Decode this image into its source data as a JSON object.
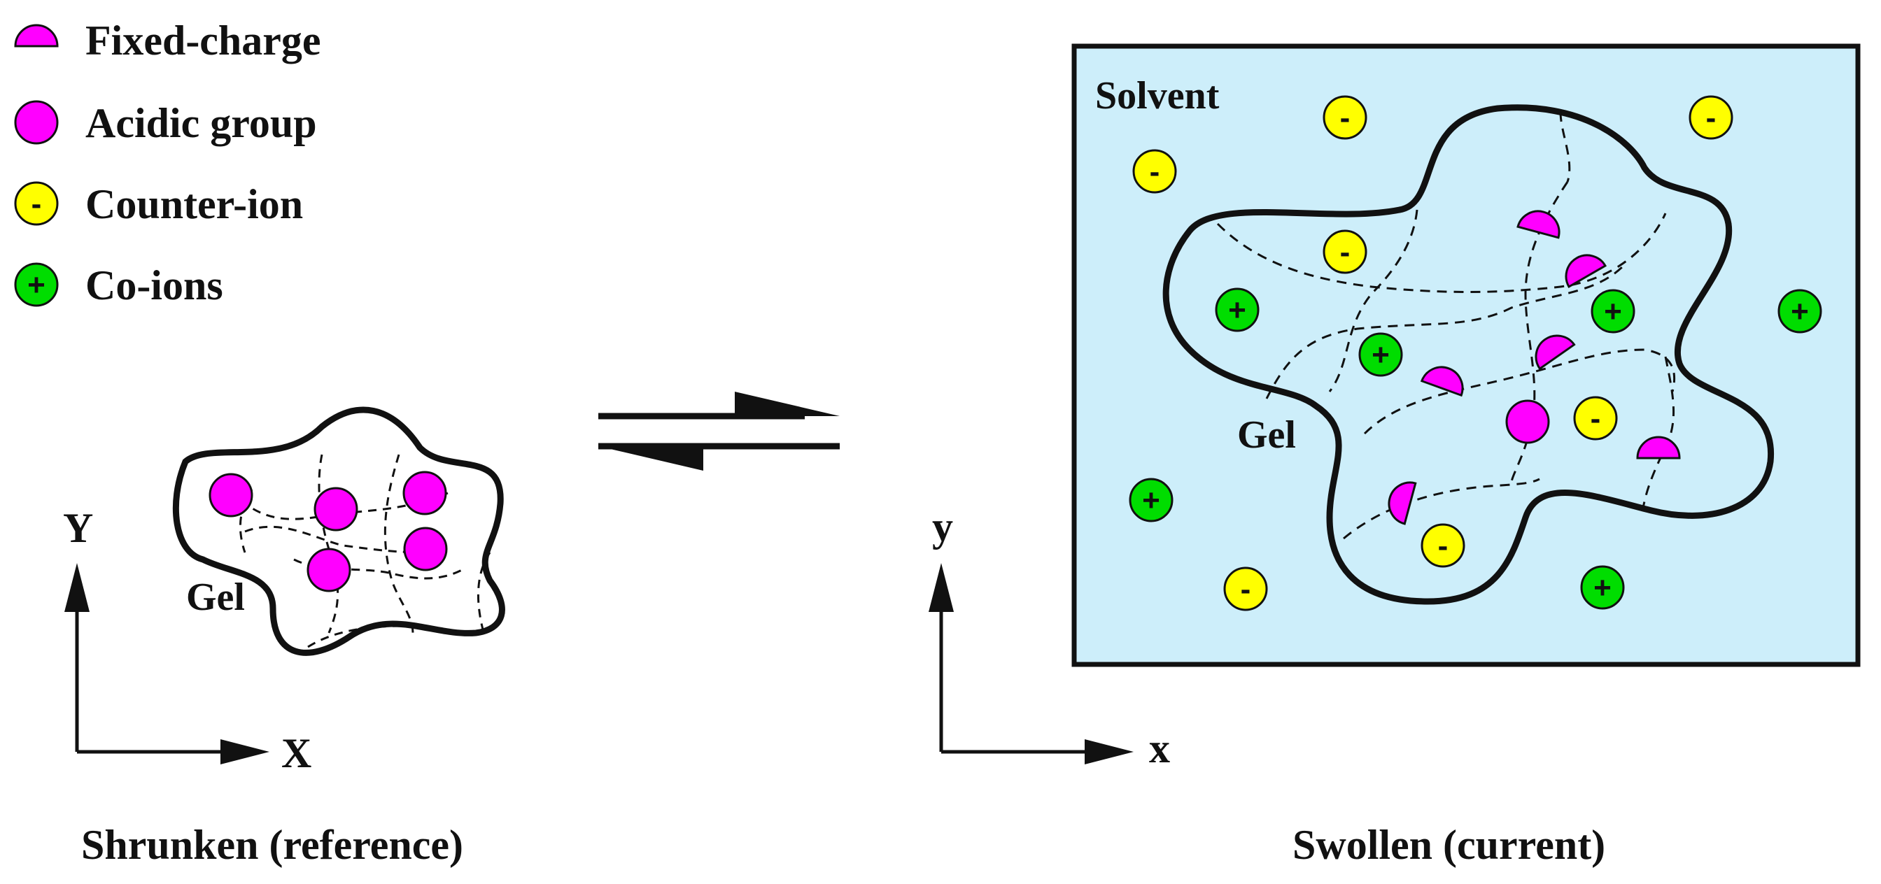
{
  "legend": {
    "items": [
      {
        "key": "fixed_charge",
        "label": "Fixed-charge"
      },
      {
        "key": "acidic_group",
        "label": "Acidic group"
      },
      {
        "key": "counter_ion",
        "label": "Counter-ion",
        "symbol": "-"
      },
      {
        "key": "co_ion",
        "label": "Co-ions",
        "symbol": "+"
      }
    ]
  },
  "colors": {
    "fixed_charge": "#ff00ff",
    "acidic_group": "#ff00ff",
    "counter_ion": "#ffff00",
    "co_ion": "#00dd00",
    "solvent_bg": "#cdeefa",
    "outline": "#111111"
  },
  "shrunken": {
    "gel_label": "Gel",
    "axis_y": "Y",
    "axis_x": "X",
    "caption": "Shrunken (reference)"
  },
  "swollen": {
    "solvent_label": "Solvent",
    "gel_label": "Gel",
    "axis_y": "y",
    "axis_x": "x",
    "caption": "Swollen (current)"
  }
}
